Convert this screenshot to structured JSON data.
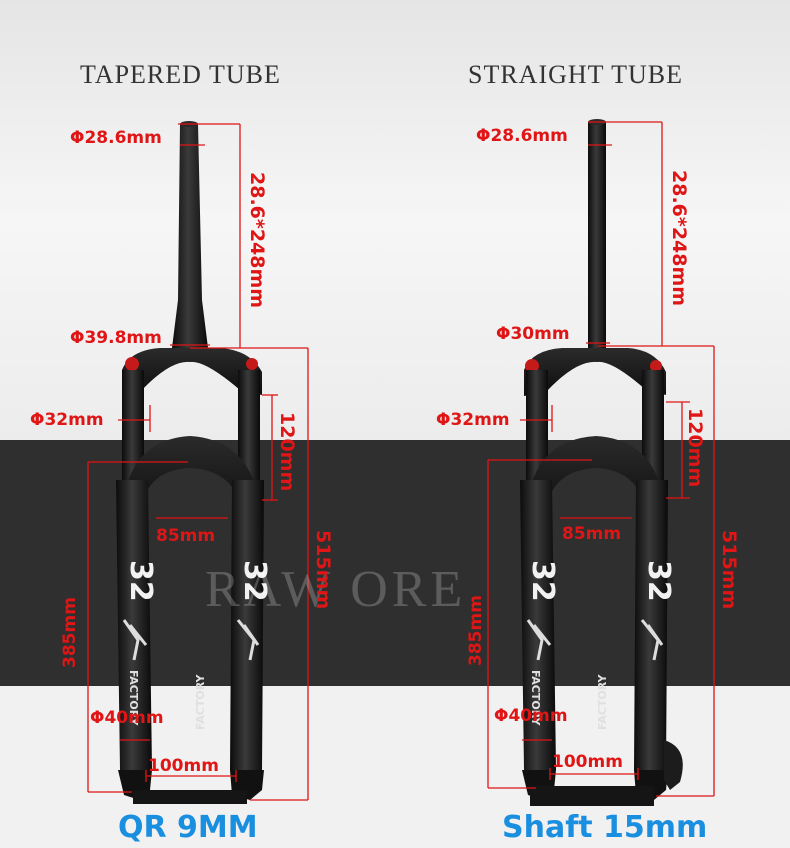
{
  "headings": {
    "left": "TAPERED TUBE",
    "right": "STRAIGHT TUBE"
  },
  "captions": {
    "left": "QR 9MM",
    "right": "Shaft 15mm"
  },
  "left_fork": {
    "steerer_top_diameter": "Φ28.6mm",
    "steerer_length": "28.6*248mm",
    "steerer_base_diameter": "Φ39.8mm",
    "stanchion_diameter": "Φ32mm",
    "travel": "120mm",
    "arch_width": "85mm",
    "total_length": "515mm",
    "lower_length": "385mm",
    "lower_diameter": "Φ40mm",
    "axle_width": "100mm"
  },
  "right_fork": {
    "steerer_top_diameter": "Φ28.6mm",
    "steerer_length": "28.6*248mm",
    "steerer_base_diameter": "Φ30mm",
    "stanchion_diameter": "Φ32mm",
    "travel": "120mm",
    "arch_width": "85mm",
    "total_length": "515mm",
    "lower_length": "385mm",
    "lower_diameter": "Φ40mm",
    "axle_width": "100mm"
  },
  "decals": {
    "model": "32",
    "brand": "FACTORY"
  },
  "watermark": "RAW ORE",
  "colors": {
    "dimension_red": "#e01515",
    "caption_blue": "#1a8fe0",
    "fork_black": "#141414",
    "band_dark": "#2f2f2f"
  }
}
